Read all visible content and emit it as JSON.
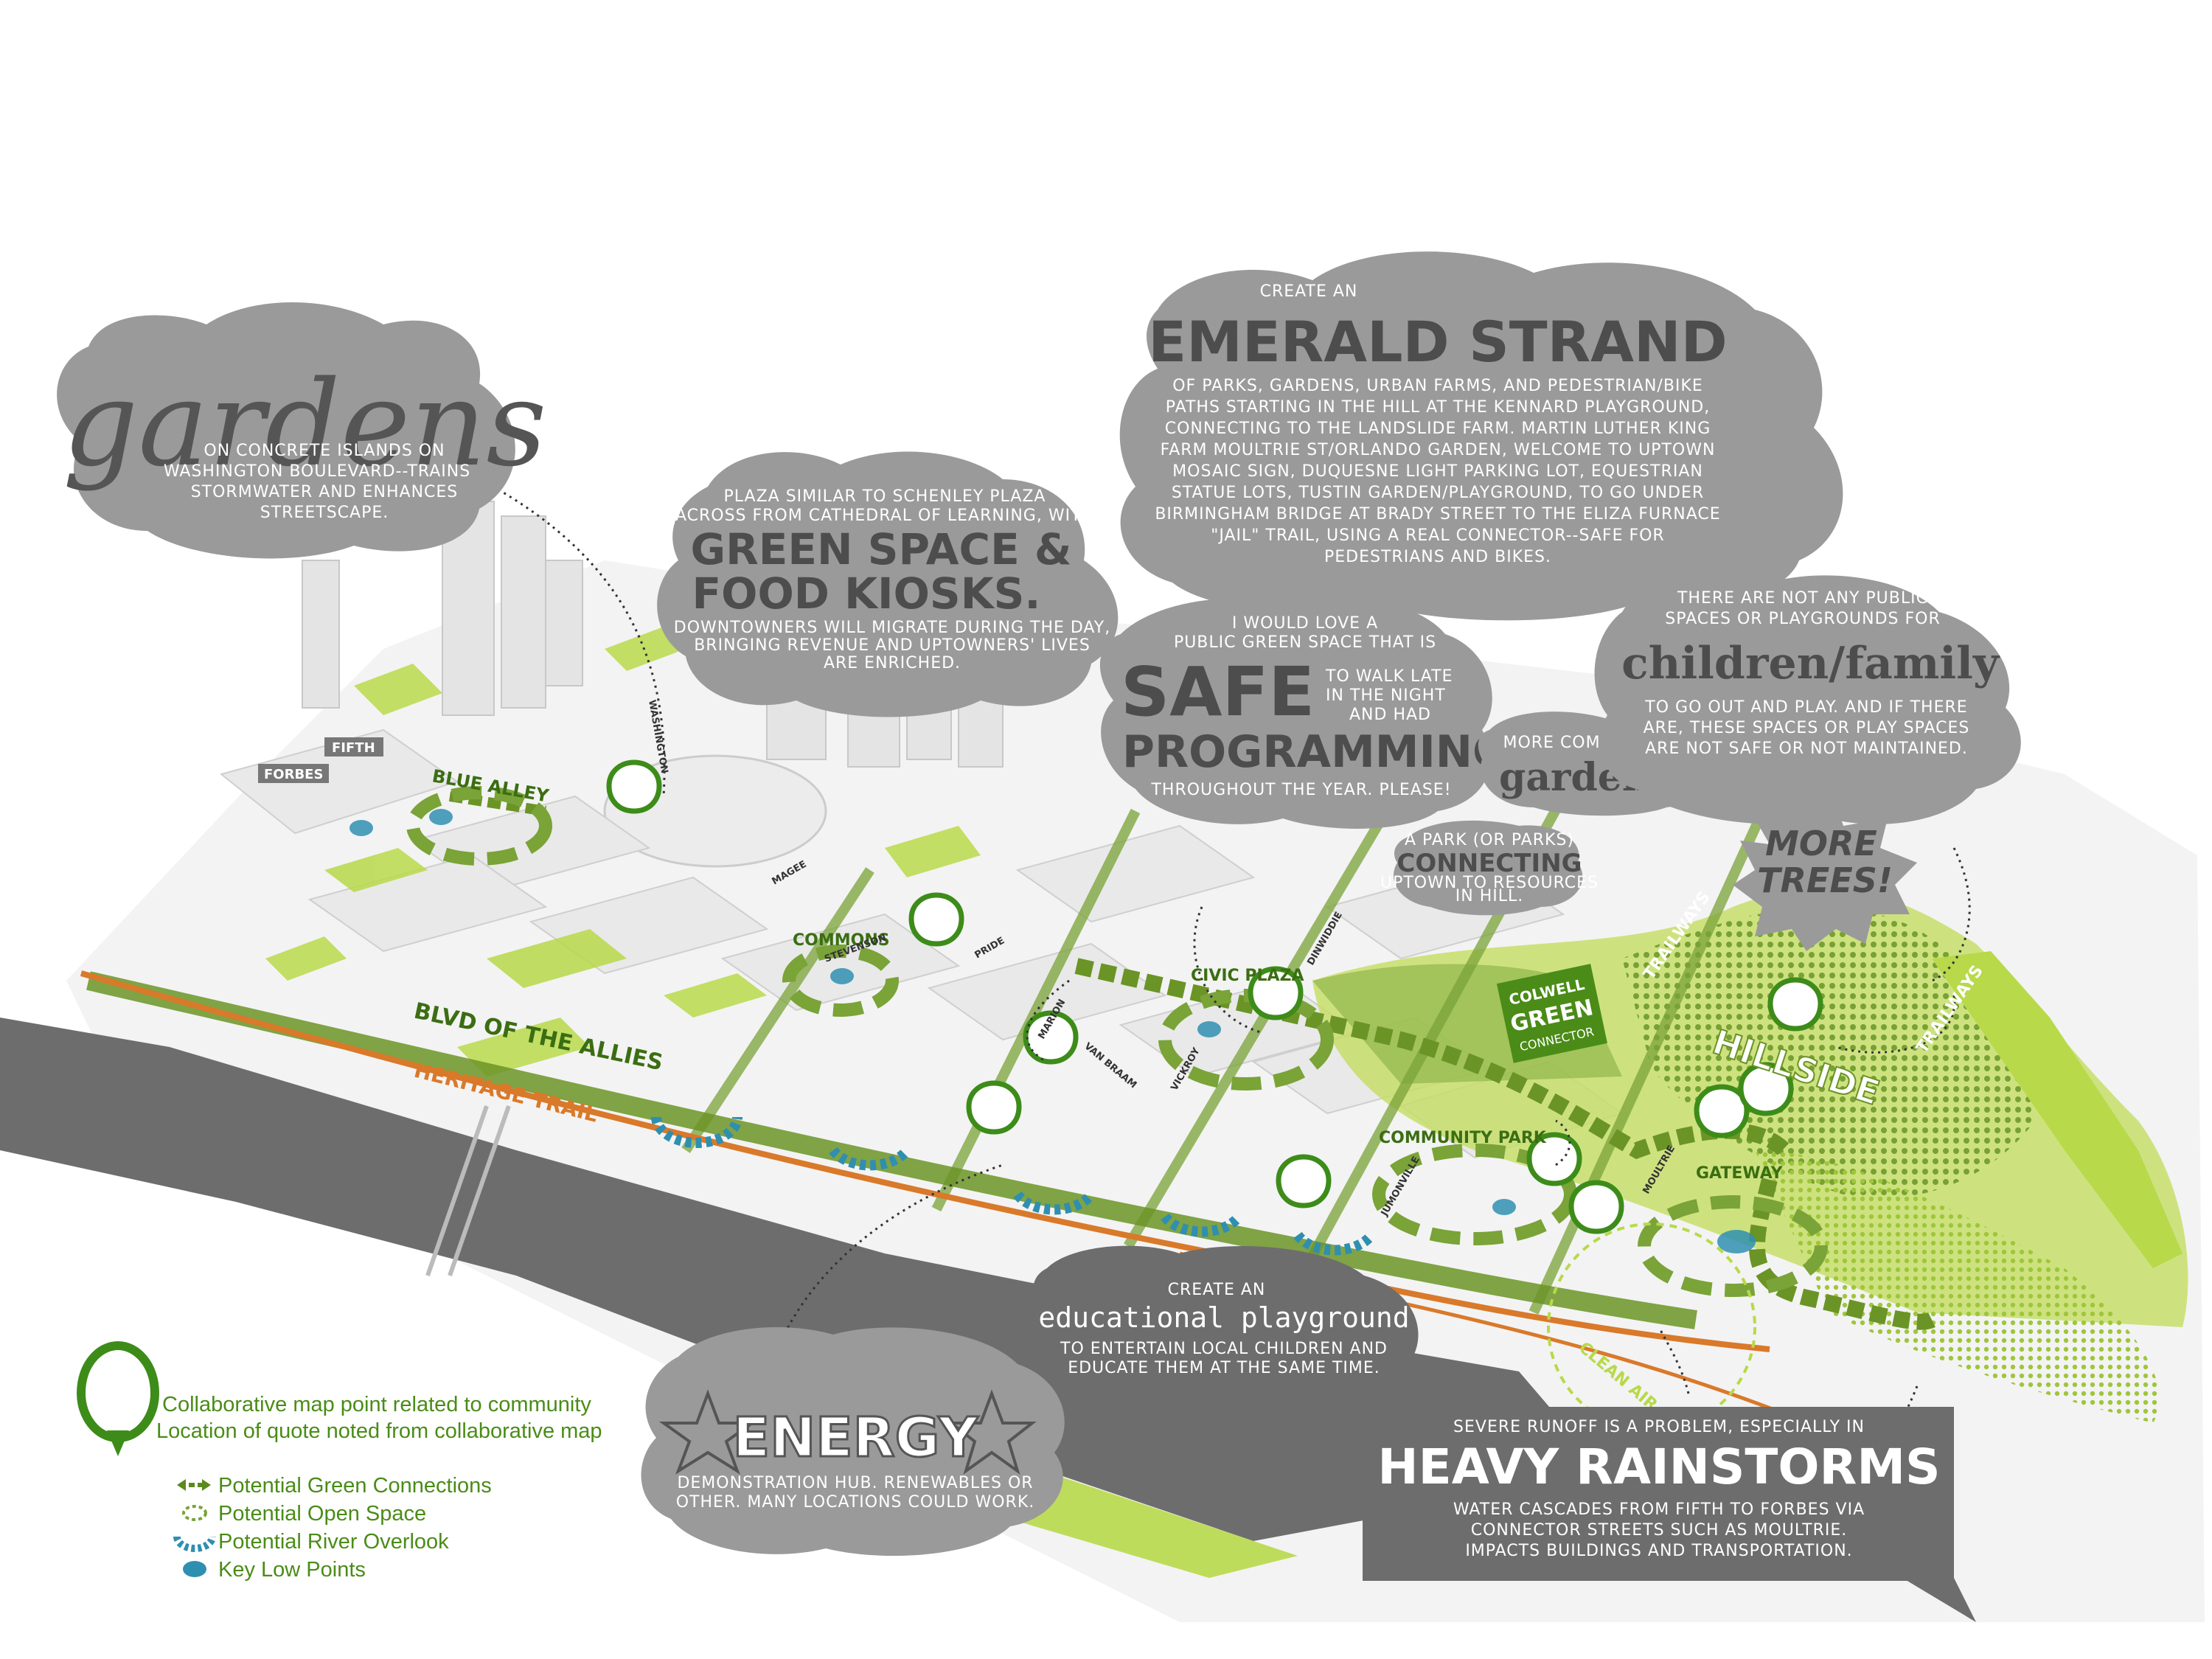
{
  "map_labels": {
    "blue_alley": "BLUE ALLEY",
    "fifth": "FIFTH",
    "forbes": "FORBES",
    "washington": "WASHINGTON",
    "commons": "COMMONS",
    "magee": "MAGEE",
    "stevenson": "STEVENSON",
    "pride": "PRIDE",
    "marion": "MARION",
    "van_braam": "VAN BRAAM",
    "vickroy": "VICKROY",
    "civic_plaza": "CIVIC PLAZA",
    "dinwiddie": "DINWIDDIE",
    "blvd_of_the_allies": "BLVD OF THE ALLIES",
    "heritage_trail": "HERITAGE TRAIL",
    "community_park": "COMMUNITY PARK",
    "colwell": "COLWELL",
    "green": "GREEN",
    "connector": "CONNECTOR",
    "hillside": "HILLSIDE",
    "trailways_1": "TRAILWAYS",
    "trailways_2": "TRAILWAYS",
    "gateway": "GATEWAY",
    "clean_air_gateway": "CLEAN AIR GATEWAY",
    "moultrie": "MOULTRIE",
    "jumonville": "JUMONVILLE"
  },
  "bubbles": {
    "gardens": {
      "title": "gardens",
      "line1": "ON CONCRETE ISLANDS ON",
      "line2": "WASHINGTON BOULEVARD--TRAINS",
      "line3": "STORMWATER AND ENHANCES",
      "line4": "STREETSCAPE."
    },
    "green_space": {
      "pre1": "PLAZA SIMILAR TO SCHENLEY PLAZA",
      "pre2": "ACROSS FROM CATHEDRAL OF LEARNING, WITH",
      "title1": "GREEN SPACE &",
      "title2": "FOOD KIOSKS.",
      "post1": "DOWNTOWNERS WILL MIGRATE DURING THE DAY,",
      "post2": "BRINGING REVENUE AND UPTOWNERS' LIVES",
      "post3": "ARE ENRICHED."
    },
    "emerald": {
      "pre": "CREATE AN",
      "title": "EMERALD STRAND",
      "line1": "OF PARKS, GARDENS, URBAN FARMS, AND PEDESTRIAN/BIKE",
      "line2": "PATHS STARTING IN THE HILL AT THE KENNARD PLAYGROUND,",
      "line3": "CONNECTING TO THE LANDSLIDE FARM. MARTIN LUTHER KING",
      "line4": "FARM MOULTRIE ST/ORLANDO GARDEN, WELCOME TO UPTOWN",
      "line5": "MOSAIC SIGN, DUQUESNE LIGHT PARKING LOT, EQUESTRIAN",
      "line6": "STATUE LOTS, TUSTIN GARDEN/PLAYGROUND, TO GO UNDER",
      "line7": "BIRMINGHAM BRIDGE AT BRADY STREET TO THE ELIZA FURNACE",
      "line8": "\"JAIL\" TRAIL, USING A REAL CONNECTOR--SAFE FOR",
      "line9": "PEDESTRIANS AND BIKES."
    },
    "safe": {
      "pre1": "I WOULD LOVE A",
      "pre2": "PUBLIC GREEN SPACE THAT IS",
      "title1": "SAFE",
      "side1": "TO WALK LATE",
      "side2": "IN THE NIGHT",
      "side3": "AND HAD",
      "title2": "PROGRAMMING",
      "post": "THROUGHOUT THE YEAR. PLEASE!"
    },
    "community_gardens": {
      "pre": "MORE COMMUNITY",
      "title": "gardens"
    },
    "children": {
      "pre1": "THERE ARE NOT ANY PUBLIC",
      "pre2": "SPACES OR PLAYGROUNDS FOR",
      "title": "children/family",
      "post1": "TO GO OUT AND PLAY. AND IF THERE",
      "post2": "ARE, THESE SPACES OR PLAY SPACES",
      "post3": "ARE NOT SAFE OR NOT MAINTAINED."
    },
    "connecting": {
      "pre": "A PARK (OR PARKS)",
      "title": "CONNECTING",
      "post1": "UPTOWN TO RESOURCES",
      "post2": "IN HILL."
    },
    "trees": {
      "line1": "MORE",
      "line2": "TREES!"
    },
    "educational": {
      "pre": "CREATE AN",
      "title": "educational playground",
      "post1": "TO ENTERTAIN LOCAL CHILDREN AND",
      "post2": "EDUCATE THEM AT THE SAME TIME."
    },
    "energy": {
      "title": "ENERGY",
      "line1": "DEMONSTRATION HUB. RENEWABLES OR",
      "line2": "OTHER. MANY LOCATIONS COULD WORK."
    },
    "runoff": {
      "pre": "SEVERE RUNOFF IS A PROBLEM, ESPECIALLY IN",
      "title": "HEAVY RAINSTORMS",
      "line1": "WATER CASCADES FROM FIFTH TO FORBES VIA",
      "line2": "CONNECTOR STREETS SUCH AS MOULTRIE.",
      "line3": "IMPACTS BUILDINGS AND TRANSPORTATION."
    }
  },
  "legend": {
    "pin_line1": "Collaborative map point related to community",
    "pin_line2": "Location of quote noted from collaborative map",
    "green_connections": "Potential Green Connections",
    "open_space": "Potential Open Space",
    "river_overlook": "Potential River Overlook",
    "low_points": "Key Low Points"
  },
  "colors": {
    "lime": "#a9cf38",
    "dark_green": "#5b8a1f",
    "legend_green": "#4a8c17",
    "river": "#6d6d6d",
    "cloud": "#9a9a9a",
    "overlook_blue": "#2f8fb0",
    "trail_orange": "#d9792a"
  }
}
